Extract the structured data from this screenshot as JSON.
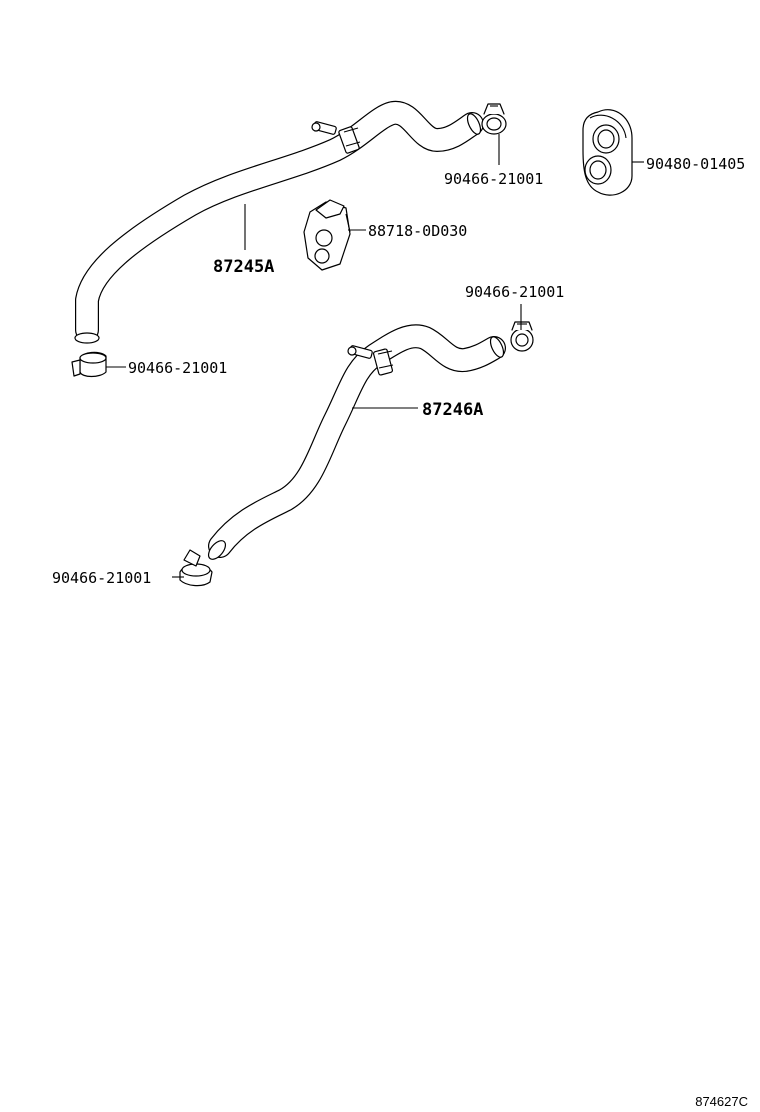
{
  "parts": {
    "hose_upper": "87245A",
    "hose_lower": "87246A",
    "clamp_upper_right": "90466-21001",
    "clamp_upper_left": "90466-21001",
    "clamp_lower_right": "90466-21001",
    "clamp_lower_left": "90466-21001",
    "grommet": "90480-01405",
    "clamp_bracket": "88718-0D030"
  },
  "diagram_ref": "874627C"
}
